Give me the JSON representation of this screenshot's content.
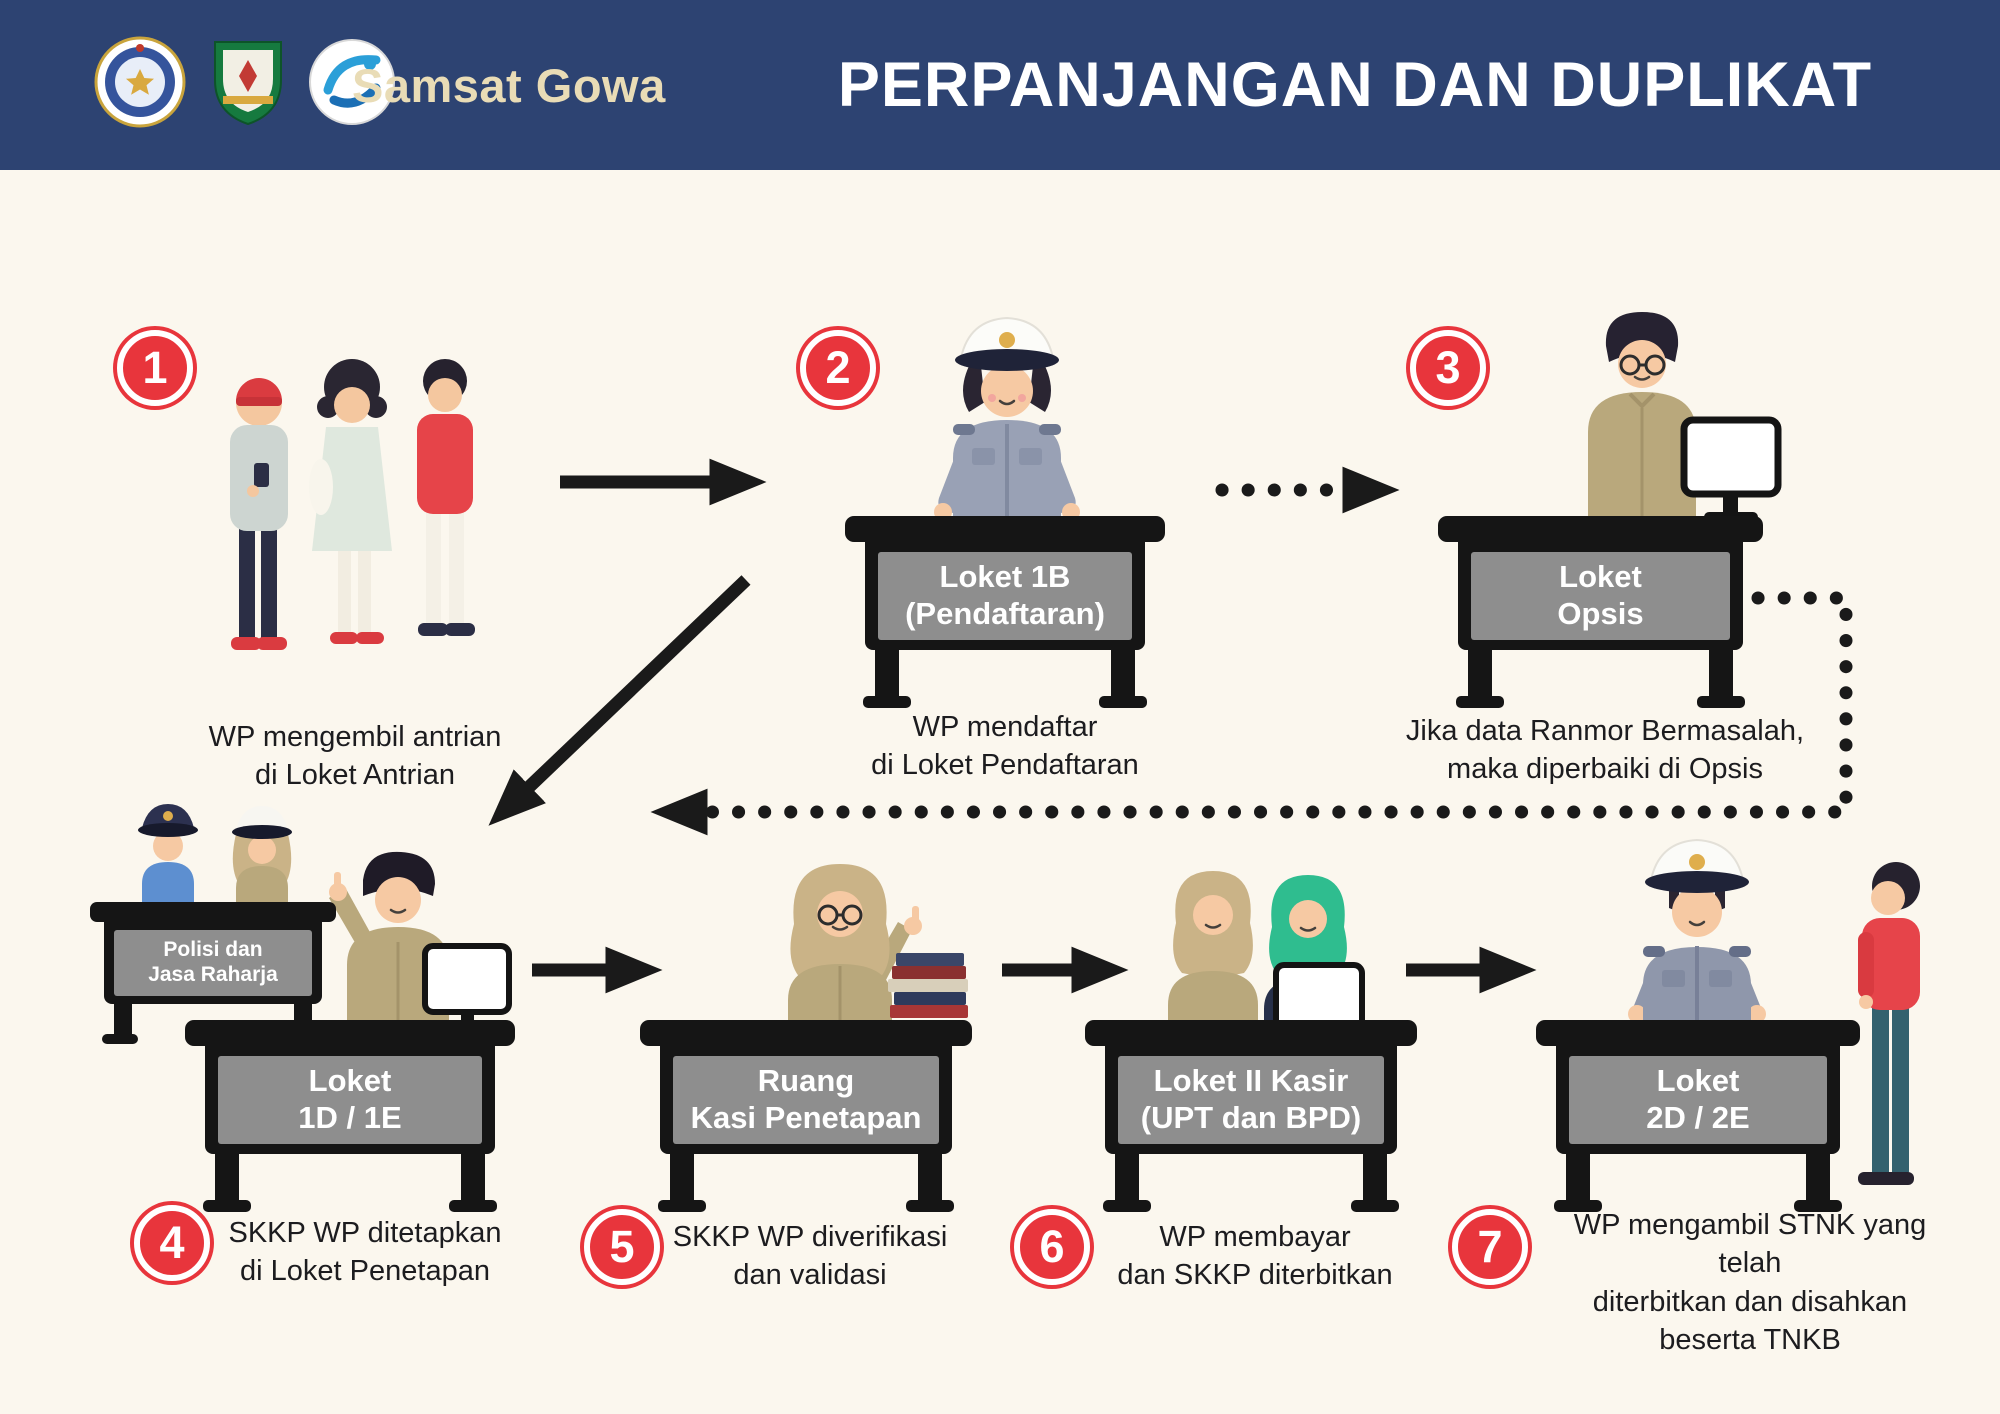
{
  "header": {
    "brand": "Samsat Gowa",
    "title": "PERPANJANGAN DAN DUPLIKAT",
    "logos": [
      {
        "name": "polantas-emblem"
      },
      {
        "name": "sulawesi-selatan-emblem"
      },
      {
        "name": "jasa-raharja-emblem"
      }
    ]
  },
  "colors": {
    "header_bg": "#2d4372",
    "page_bg": "#fbf7ee",
    "badge_red": "#e8353c",
    "brand_text": "#e9dcb6",
    "title_text": "#ffffff",
    "desk_frame": "#151515",
    "desk_panel": "#8e8e8e"
  },
  "steps": [
    {
      "number": "1",
      "caption": [
        "WP mengembil antrian",
        "di Loket Antrian"
      ]
    },
    {
      "number": "2",
      "desk": [
        "Loket 1B",
        "(Pendaftaran)"
      ],
      "caption": [
        "WP mendaftar",
        "di Loket Pendaftaran"
      ]
    },
    {
      "number": "3",
      "desk": [
        "Loket",
        "Opsis"
      ],
      "caption": [
        "Jika data Ranmor Bermasalah,",
        "maka diperbaiki di Opsis"
      ]
    },
    {
      "number": "4",
      "desk": [
        "Loket",
        "1D / 1E"
      ],
      "side_desk": [
        "Polisi dan",
        "Jasa Raharja"
      ],
      "caption": [
        "SKKP WP ditetapkan",
        "di Loket Penetapan"
      ]
    },
    {
      "number": "5",
      "desk": [
        "Ruang",
        "Kasi Penetapan"
      ],
      "caption": [
        "SKKP WP diverifikasi",
        "dan validasi"
      ]
    },
    {
      "number": "6",
      "desk": [
        "Loket II Kasir",
        "(UPT dan BPD)"
      ],
      "caption": [
        "WP membayar",
        "dan SKKP diterbitkan"
      ]
    },
    {
      "number": "7",
      "desk": [
        "Loket",
        "2D / 2E"
      ],
      "caption": [
        "WP mengambil STNK yang telah",
        "diterbitkan dan disahkan",
        "beserta TNKB"
      ]
    }
  ]
}
